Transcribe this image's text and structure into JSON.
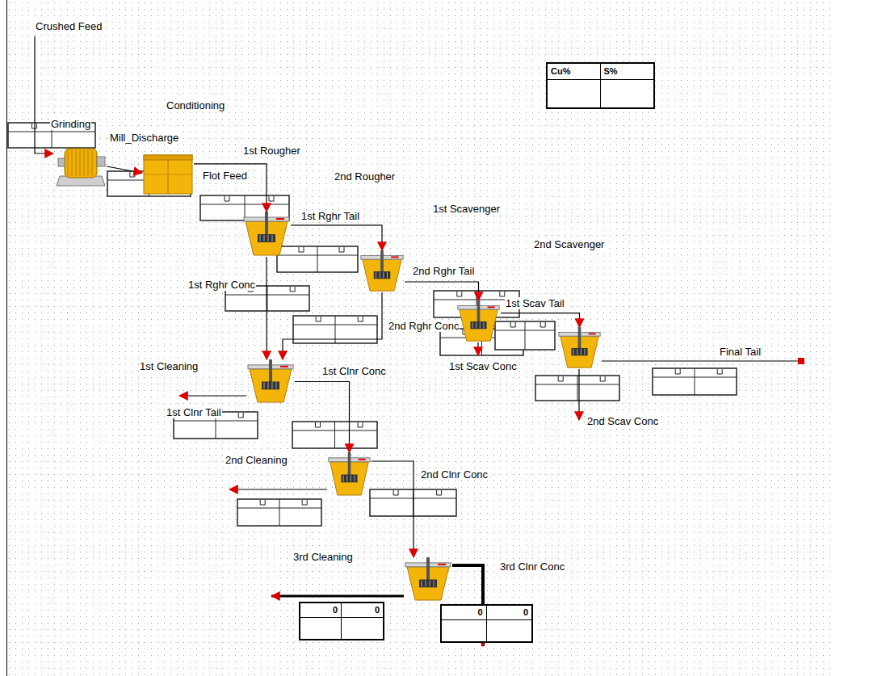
{
  "diagram": {
    "nodes": [
      {
        "text": [
          "Grinding"
        ]
      },
      {
        "text": [
          "Conditioning"
        ]
      },
      {
        "text": [
          "1st Rougher"
        ]
      },
      {
        "text": [
          "2nd Rougher"
        ]
      },
      {
        "text": [
          "1st Scavenger"
        ]
      },
      {
        "text": [
          "2nd Scavenger"
        ]
      },
      {
        "text": [
          "1st Cleaning"
        ]
      },
      {
        "text": [
          "2nd Cleaning"
        ]
      },
      {
        "text": [
          "3rd Cleaning"
        ]
      },
      {
        "text": [
          "Cu%",
          "S%"
        ]
      },
      {
        "text": [
          "0",
          "0"
        ]
      },
      {
        "text": [
          "0",
          "0"
        ]
      }
    ],
    "edges": [
      {
        "from": 0,
        "to": 1,
        "arrow": "to",
        "label": "Mill_Discharge"
      },
      {
        "from": 1,
        "to": 2,
        "arrow": "to",
        "label": "Flot Feed"
      },
      {
        "from": 2,
        "to": 3,
        "arrow": "to",
        "label": "1st Rghr Tail"
      },
      {
        "from": 3,
        "to": 4,
        "arrow": "to",
        "label": "2nd Rghr Tail"
      },
      {
        "from": 4,
        "to": 5,
        "arrow": "to",
        "label": "1st Scav Tail"
      },
      {
        "from": 2,
        "to": 6,
        "arrow": "to",
        "label": "1st Rghr Conc"
      },
      {
        "from": 3,
        "to": 6,
        "arrow": "to",
        "label": "2nd Rghr Conc"
      },
      {
        "from": 6,
        "to": 7,
        "arrow": "to",
        "label": "1st Clnr Conc"
      },
      {
        "from": 7,
        "to": 8,
        "arrow": "to",
        "label": "2nd Clnr Conc"
      }
    ],
    "labels": [
      "Crushed Feed",
      "1st Scav Conc",
      "Final Tail",
      "2nd Scav Conc",
      "1st Clnr Tail",
      "3rd Clnr Conc"
    ]
  }
}
